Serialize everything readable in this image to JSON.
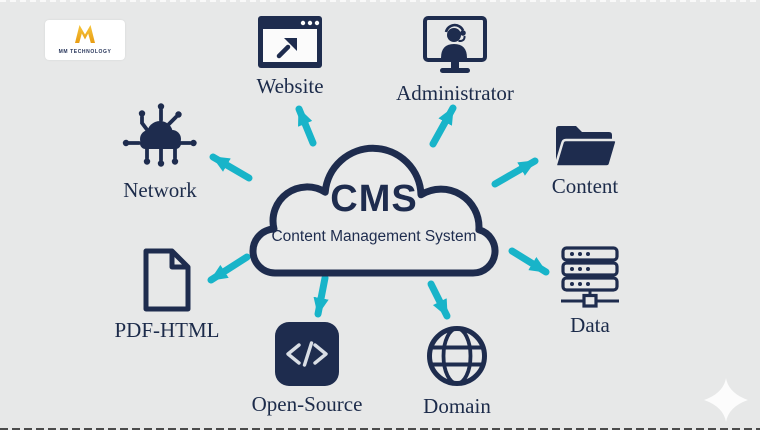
{
  "colors": {
    "background": "#e7e8e8",
    "navy": "#1e2c4e",
    "arrow_cyan": "#18b4c9",
    "logo_yellow": "#efb32a",
    "label_text": "#1c2b4a"
  },
  "logo": {
    "monogram": "M",
    "brand": "MM TECHNOLOGY"
  },
  "cloud": {
    "title": "CMS",
    "subtitle": "Content Management System"
  },
  "nodes": [
    {
      "id": "website",
      "label": "Website",
      "icon": "browser-window-icon"
    },
    {
      "id": "administrator",
      "label": "Administrator",
      "icon": "admin-monitor-icon"
    },
    {
      "id": "network",
      "label": "Network",
      "icon": "network-cloud-icon"
    },
    {
      "id": "content",
      "label": "Content",
      "icon": "open-folder-icon"
    },
    {
      "id": "pdf-html",
      "label": "PDF-HTML",
      "icon": "document-icon"
    },
    {
      "id": "data",
      "label": "Data",
      "icon": "server-stack-icon"
    },
    {
      "id": "open-source",
      "label": "Open-Source",
      "icon": "code-brackets-icon"
    },
    {
      "id": "domain",
      "label": "Domain",
      "icon": "globe-icon"
    }
  ],
  "connections": [
    {
      "from": "cms-cloud",
      "to": "website"
    },
    {
      "from": "cms-cloud",
      "to": "administrator"
    },
    {
      "from": "cms-cloud",
      "to": "network"
    },
    {
      "from": "cms-cloud",
      "to": "content"
    },
    {
      "from": "cms-cloud",
      "to": "pdf-html"
    },
    {
      "from": "cms-cloud",
      "to": "data"
    },
    {
      "from": "cms-cloud",
      "to": "open-source"
    },
    {
      "from": "cms-cloud",
      "to": "domain"
    }
  ]
}
